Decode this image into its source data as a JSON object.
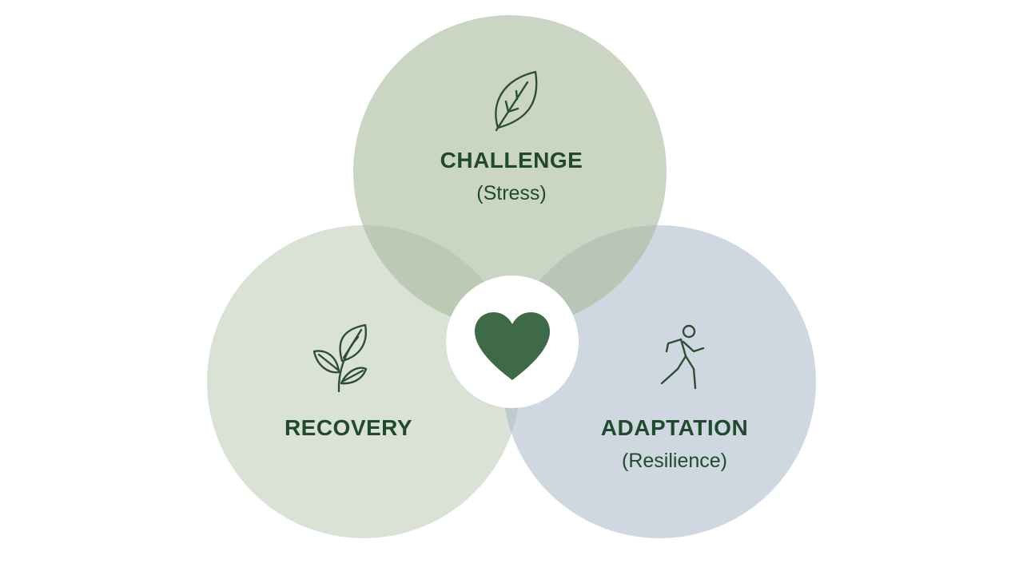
{
  "colors": {
    "background": "#ffffff",
    "challenge_fill": "#a9bb9e",
    "recovery_fill": "#c2d1bc",
    "adaptation_fill": "#a8b8c6",
    "center_fill": "#ffffff",
    "heart": "#3e6a47",
    "text": "#1f4a2c",
    "icon": "#2c4f33"
  },
  "nodes": {
    "challenge": {
      "title": "CHALLENGE",
      "subtitle": "(Stress)",
      "icon": "leaf-icon"
    },
    "recovery": {
      "title": "RECOVERY",
      "icon": "sprout-icon"
    },
    "adaptation": {
      "title": "ADAPTATION",
      "subtitle": "(Resilience)",
      "icon": "runner-icon"
    }
  },
  "center": {
    "icon": "heart-icon"
  }
}
